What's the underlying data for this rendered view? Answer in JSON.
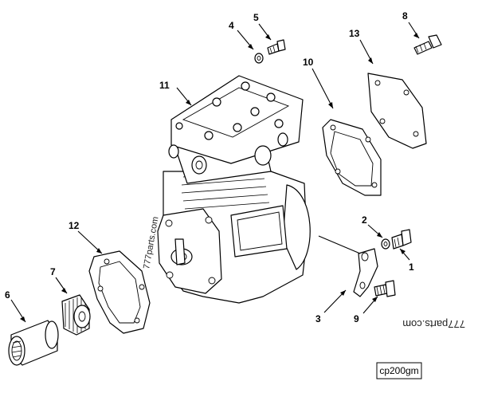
{
  "callouts": {
    "c1": "1",
    "c2": "2",
    "c3": "3",
    "c4": "4",
    "c5": "5",
    "c6": "6",
    "c7": "7",
    "c8": "8",
    "c9": "9",
    "c10": "10",
    "c11": "11",
    "c12": "12",
    "c13": "13"
  },
  "watermarks": {
    "upper": "777parts.com",
    "lower": "777parts.com"
  },
  "figure_code": "cp200gm"
}
